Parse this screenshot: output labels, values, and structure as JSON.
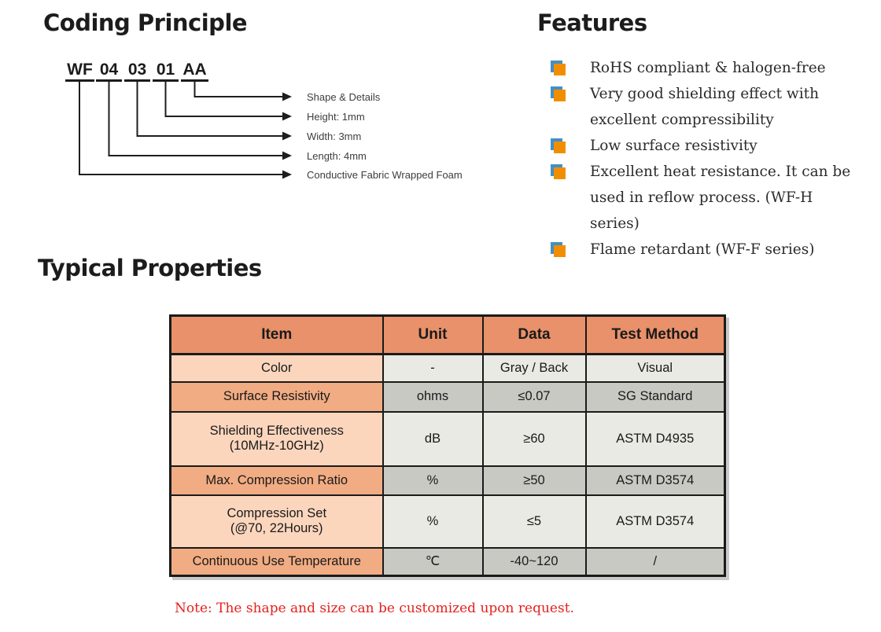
{
  "coding_principle": {
    "title": "Coding Principle",
    "code_segments": [
      "WF",
      "04",
      "03",
      "01",
      "AA"
    ],
    "labels": [
      "Shape & Details",
      "Height: 1mm",
      "Width: 3mm",
      "Length: 4mm",
      "Conductive Fabric Wrapped Foam"
    ]
  },
  "features": {
    "title": "Features",
    "items": [
      "RoHS compliant & halogen-free",
      "Very good shielding effect with excellent compressibility",
      "Low surface resistivity",
      "Excellent heat resistance. It can be used in reflow process. (WF-H series)",
      "Flame retardant (WF-F series)"
    ]
  },
  "typical_properties": {
    "title": "Typical Properties",
    "table": {
      "headers": [
        "Item",
        "Unit",
        "Data",
        "Test Method"
      ],
      "rows": [
        {
          "item": "Color",
          "unit": "-",
          "data": "Gray / Back",
          "test_method": "Visual"
        },
        {
          "item": "Surface Resistivity",
          "unit": "ohms",
          "data": "≤0.07",
          "test_method": "SG Standard"
        },
        {
          "item": "Shielding Effectiveness\n(10MHz-10GHz)",
          "unit": "dB",
          "data": "≥60",
          "test_method": "ASTM D4935"
        },
        {
          "item": "Max. Compression Ratio",
          "unit": "%",
          "data": "≥50",
          "test_method": "ASTM D3574"
        },
        {
          "item": "Compression Set\n(@70, 22Hours)",
          "unit": "%",
          "data": "≤5",
          "test_method": "ASTM D3574"
        },
        {
          "item": "Continuous Use Temperature",
          "unit": "℃",
          "data": "-40~120",
          "test_method": "/"
        }
      ]
    },
    "note": "Note: The shape and size can be customized upon request."
  },
  "colors": {
    "table_header_bg": "#e8916a",
    "item_cell_light": "#fbd6bd",
    "item_cell_dark": "#f1ac83",
    "cell_light": "#eaeae4",
    "cell_dark": "#c9c9c3",
    "bullet_orange": "#f18e00",
    "bullet_blue": "#4390c3",
    "note_red": "#e3211c",
    "line_black": "#1a1a1a"
  }
}
